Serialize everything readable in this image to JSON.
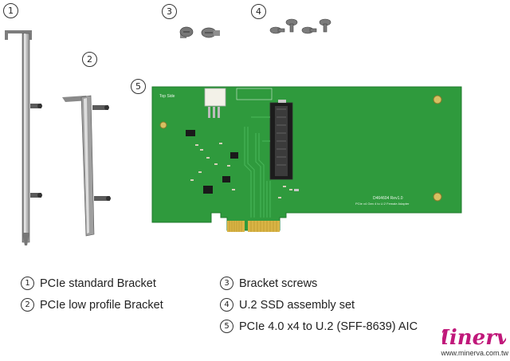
{
  "markers": {
    "m1": "1",
    "m2": "2",
    "m3": "3",
    "m4": "4",
    "m5": "5"
  },
  "board": {
    "silk_top_side": "Top Side",
    "silk_model": "D464604 Rev1.0",
    "silk_desc": "PCIe x4 Gen 4 to U.2 Female Adapter"
  },
  "legend": [
    {
      "num": "1",
      "text": "PCIe standard Bracket"
    },
    {
      "num": "2",
      "text": "PCIe low profile Bracket"
    },
    {
      "num": "3",
      "text": "Bracket screws"
    },
    {
      "num": "4",
      "text": "U.2 SSD assembly set"
    },
    {
      "num": "5",
      "text": "PCIe 4.0 x4 to U.2 (SFF-8639) AIC"
    }
  ],
  "brand": {
    "logo_text": "Minerva",
    "url": "www.minerva.com.tw"
  },
  "colors": {
    "pcb": "#2f9a3d",
    "gold": "#d9b445",
    "metal": "#a7a7a7"
  }
}
